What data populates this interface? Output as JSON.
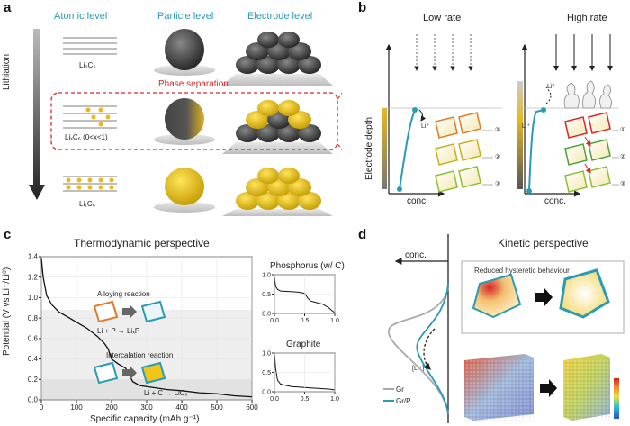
{
  "panel_a": {
    "label": "a",
    "headers": [
      "Atomic level",
      "Particle level",
      "Electrode level"
    ],
    "arrow_label": "Lithiation",
    "phase_label": "Phase separation",
    "rows": [
      "Li₀C₆",
      "LiₓC₆ (0<x<1)",
      "Li₁C₆"
    ]
  },
  "panel_b": {
    "label": "b",
    "low_rate": "Low rate",
    "high_rate": "High rate",
    "ylabel": "Electrode depth",
    "xlabel": "conc.",
    "li_label": "Li⁺",
    "li0_label": "Li⁰",
    "markers": [
      "①",
      "②",
      "③"
    ]
  },
  "panel_c": {
    "label": "c",
    "title": "Thermodynamic perspective",
    "xlabel": "Specific capacity (mAh g⁻¹)",
    "ylabel": "Potential (V vs Li⁺/Li⁰)",
    "alloy_title": "Alloying reaction",
    "alloy_eq": "Li + P → LiₓP",
    "inter_title": "Intercalation reaction",
    "inter_eq": "Li + C → LiCₓ",
    "inset1_title": "Phosphorus (w/ C)",
    "inset2_title": "Graphite"
  },
  "panel_d": {
    "label": "d",
    "title": "Kinetic perspective",
    "conc_label": "conc.",
    "li_label": "[Li⁺]",
    "reduced_label": "Reduced hysteretic behaviour",
    "legend": [
      "Gr",
      "Gr/P"
    ]
  },
  "colors": {
    "teal": "#2a9bb5",
    "red_dash": "#d62728",
    "gold": "#e8b820"
  },
  "chart_data": [
    {
      "type": "line",
      "title": "",
      "xlabel": "Specific capacity (mAh g⁻¹)",
      "ylabel": "Potential (V vs Li⁺/Li⁰)",
      "xlim": [
        0,
        600
      ],
      "ylim": [
        0,
        1.4
      ],
      "xticks": [
        0,
        100,
        200,
        300,
        400,
        500,
        600
      ],
      "yticks": [
        0.0,
        0.2,
        0.4,
        0.6,
        0.8,
        1.0,
        1.2,
        1.4
      ],
      "x": [
        0,
        5,
        15,
        30,
        50,
        80,
        100,
        130,
        160,
        180,
        190,
        200,
        220,
        240,
        250,
        260,
        280,
        320,
        360,
        400,
        450,
        500,
        550,
        600
      ],
      "y": [
        1.38,
        1.2,
        1.02,
        0.93,
        0.86,
        0.8,
        0.76,
        0.7,
        0.62,
        0.55,
        0.5,
        0.4,
        0.35,
        0.31,
        0.25,
        0.18,
        0.14,
        0.12,
        0.1,
        0.09,
        0.07,
        0.06,
        0.04,
        0.03
      ]
    },
    {
      "type": "line",
      "title": "Phosphorus (w/ C)",
      "xlim": [
        0,
        1.0
      ],
      "ylim": [
        0,
        1.0
      ],
      "xticks": [
        0.0,
        0.5,
        1.0
      ],
      "yticks": [
        0.0,
        0.5,
        1.0
      ],
      "x": [
        0,
        0.02,
        0.05,
        0.1,
        0.2,
        0.3,
        0.4,
        0.5,
        0.55,
        0.6,
        0.7,
        0.8,
        0.9,
        0.95,
        1.0
      ],
      "y": [
        0.95,
        0.7,
        0.62,
        0.58,
        0.57,
        0.56,
        0.55,
        0.52,
        0.4,
        0.32,
        0.28,
        0.24,
        0.15,
        0.08,
        0.02
      ]
    },
    {
      "type": "line",
      "title": "Graphite",
      "xlim": [
        0,
        1.0
      ],
      "ylim": [
        0,
        1.0
      ],
      "xticks": [
        0.0,
        0.5,
        1.0
      ],
      "yticks": [
        0.0,
        0.5,
        1.0
      ],
      "x": [
        0,
        0.02,
        0.05,
        0.1,
        0.15,
        0.2,
        0.3,
        0.4,
        0.5,
        0.6,
        0.7,
        0.8,
        0.9,
        1.0
      ],
      "y": [
        1.0,
        0.6,
        0.3,
        0.2,
        0.18,
        0.16,
        0.13,
        0.12,
        0.11,
        0.1,
        0.09,
        0.08,
        0.07,
        0.05
      ]
    }
  ]
}
